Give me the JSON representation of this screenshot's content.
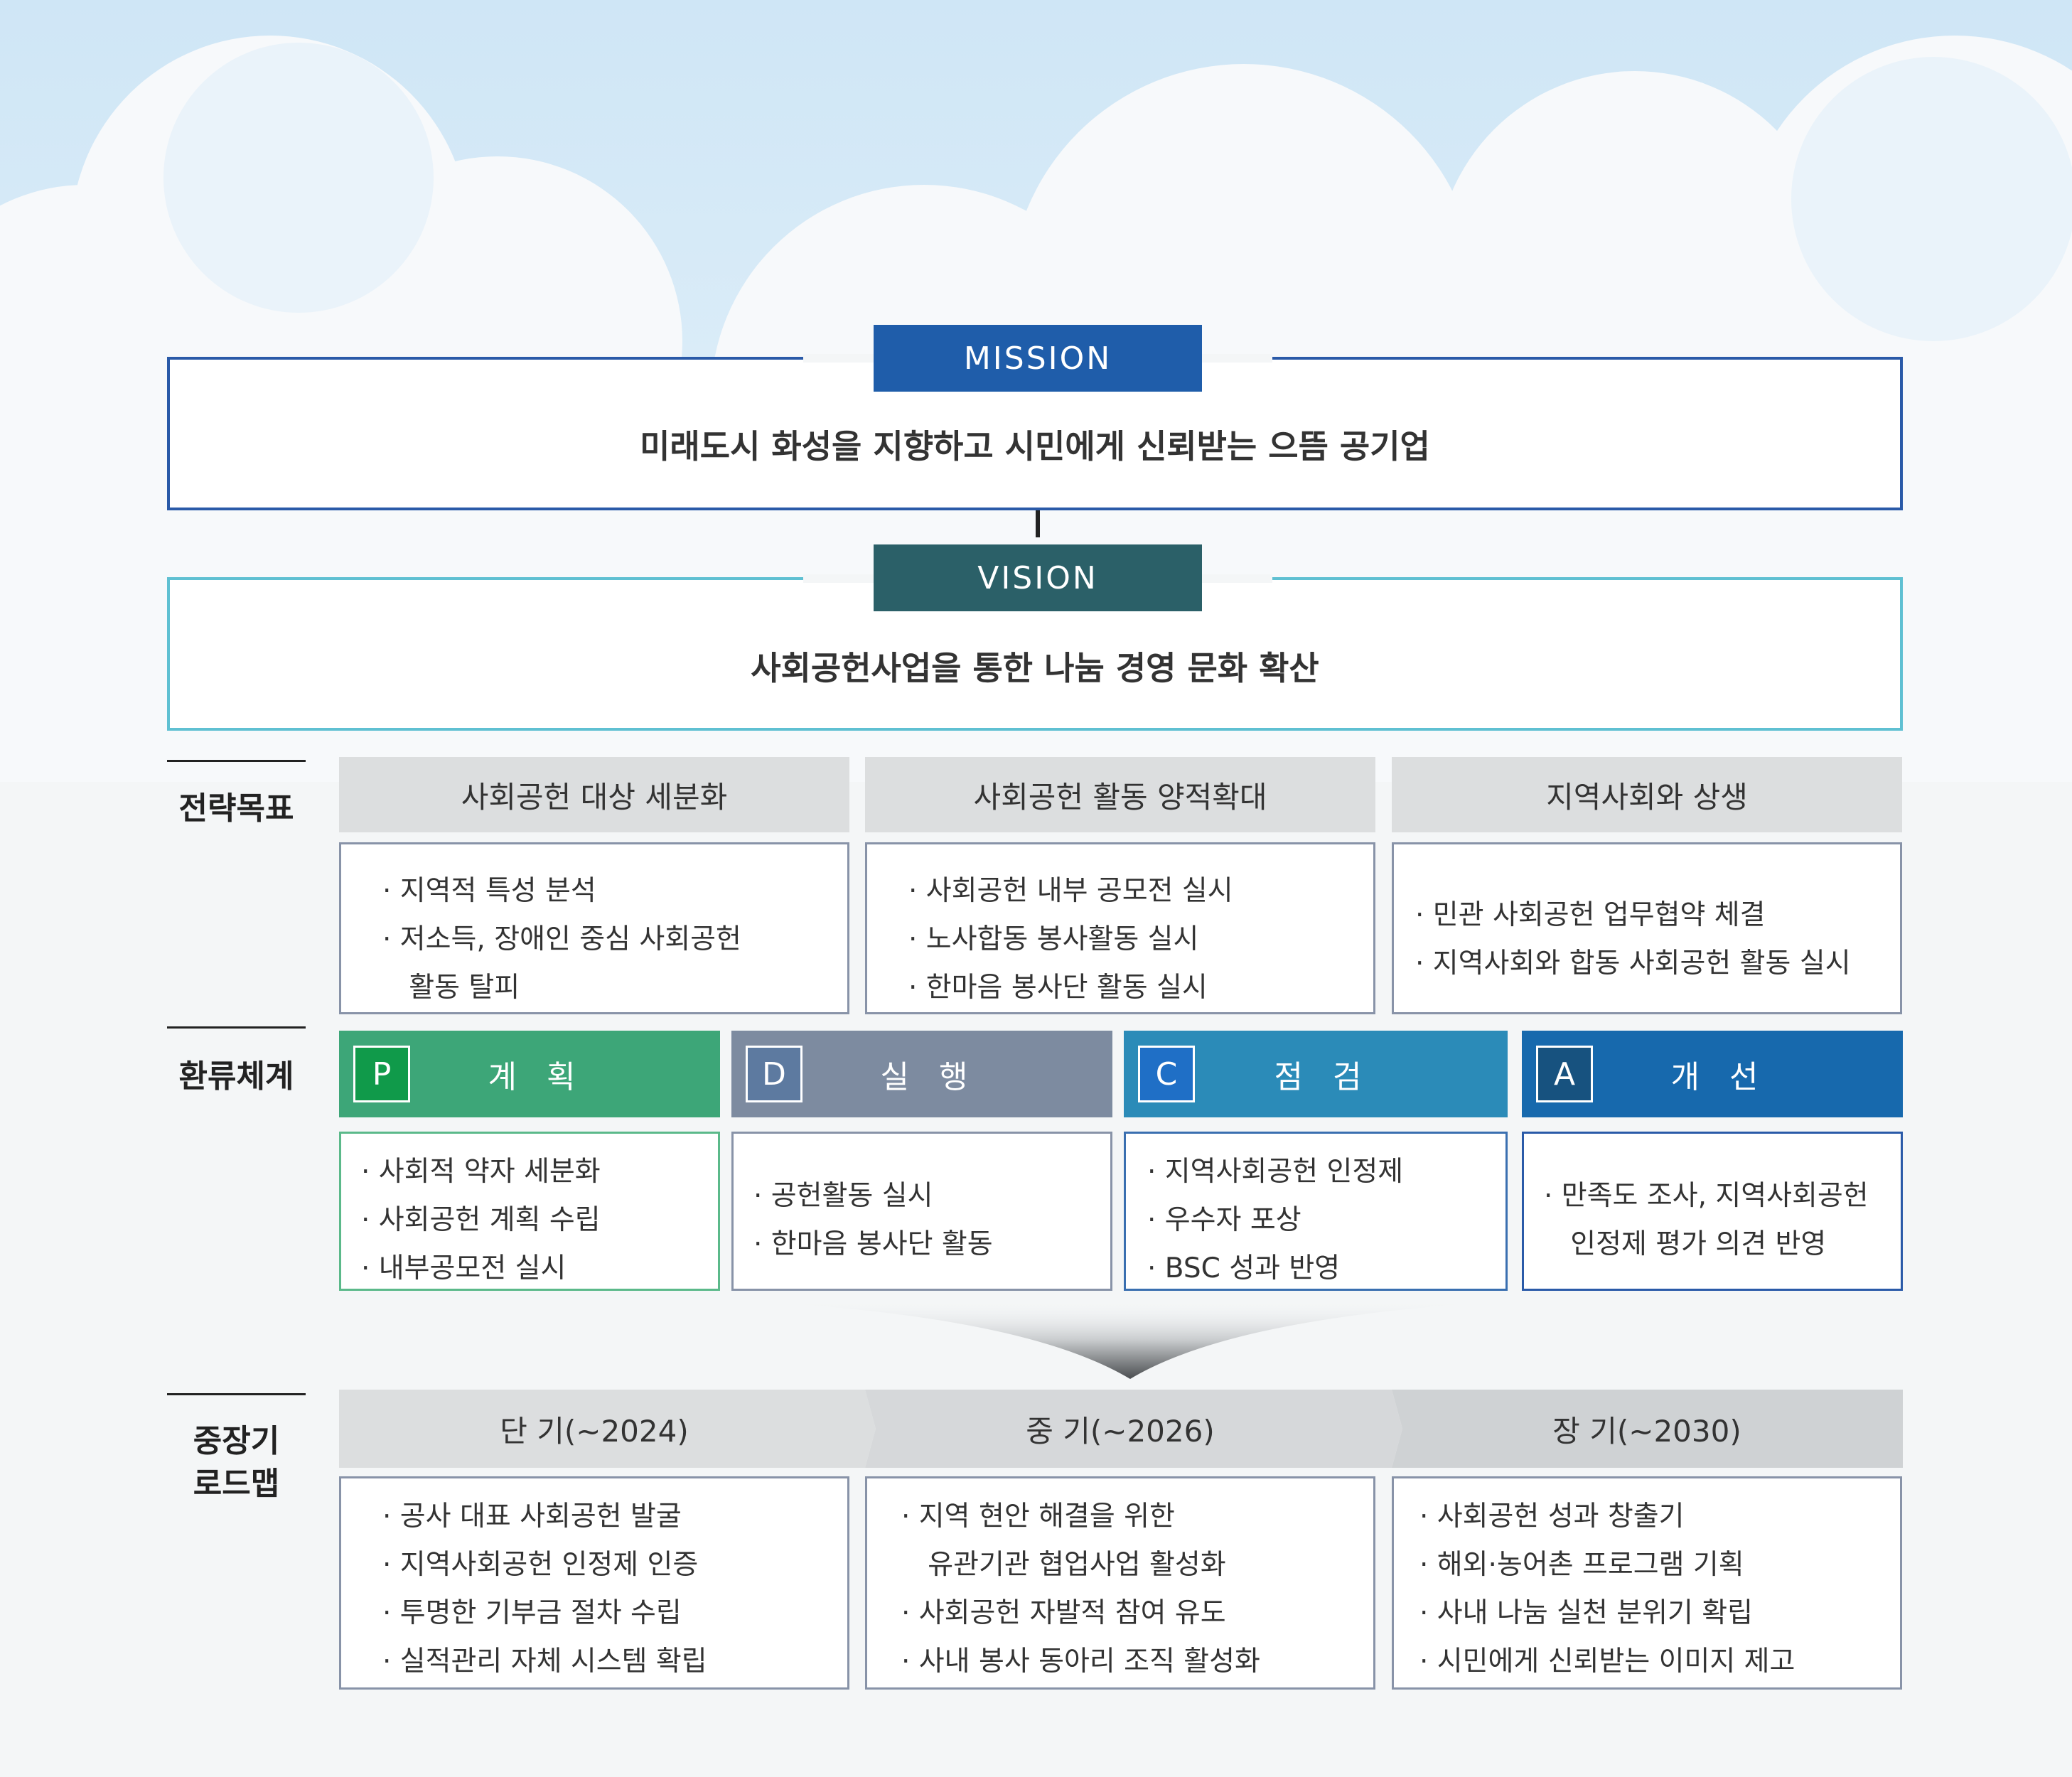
{
  "mission": {
    "label": "MISSION",
    "statement": "미래도시 화성을 지향하고 시민에게 신뢰받는 으뜸 공기업",
    "color": "#1f5daa"
  },
  "vision": {
    "label": "VISION",
    "statement": "사회공헌사업을 통한 나눔 경영 문화 확산",
    "color": "#2b6068"
  },
  "sections": {
    "goals": "전략목표",
    "cycle": "환류체계",
    "roadmap_line1": "중장기",
    "roadmap_line2": "로드맵"
  },
  "goals": [
    {
      "title": "사회공헌 대상 세분화",
      "items": [
        "· 지역적 특성 분석",
        "· 저소득, 장애인 중심 사회공헌",
        "   활동 탈피"
      ]
    },
    {
      "title": "사회공헌 활동 양적확대",
      "items": [
        "· 사회공헌 내부 공모전 실시",
        "· 노사합동 봉사활동 실시",
        "· 한마음 봉사단 활동 실시"
      ]
    },
    {
      "title": "지역사회와 상생",
      "items": [
        "· 민관 사회공헌 업무협약 체결",
        "· 지역사회와 합동 사회공헌 활동 실시"
      ]
    }
  ],
  "pdca": [
    {
      "letter": "P",
      "title": "계 획",
      "color": "#3da678",
      "letter_bg": "#109a4a",
      "border": "#5bb98a",
      "items": [
        "· 사회적 약자 세분화",
        "· 사회공헌 계획 수립",
        "· 내부공모전 실시"
      ]
    },
    {
      "letter": "D",
      "title": "실 행",
      "color": "#7d8ba0",
      "letter_bg": "#5d7aa0",
      "border": "#8893a8",
      "items": [
        "· 공헌활동 실시",
        "· 한마음 봉사단 활동"
      ]
    },
    {
      "letter": "C",
      "title": "점 검",
      "color": "#2b8bb8",
      "letter_bg": "#1f6fc6",
      "border": "#3a6fb0",
      "items": [
        "· 지역사회공헌 인정제",
        "· 우수자 포상",
        "· BSC 성과 반영"
      ]
    },
    {
      "letter": "A",
      "title": "개 선",
      "color": "#1769ad",
      "letter_bg": "#17527f",
      "border": "#2a5aa8",
      "items": [
        "· 만족도 조사, 지역사회공헌",
        "   인정제 평가 의견 반영"
      ]
    }
  ],
  "roadmap": [
    {
      "title": "단  기(~2024)",
      "items": [
        "· 공사 대표 사회공헌 발굴",
        "· 지역사회공헌 인정제 인증",
        "· 투명한 기부금 절차 수립",
        "· 실적관리 자체 시스템 확립"
      ]
    },
    {
      "title": "중  기(~2026)",
      "items": [
        "· 지역 현안 해결을 위한",
        "   유관기관 협업사업 활성화",
        "· 사회공헌 자발적 참여 유도",
        "· 사내 봉사 동아리 조직 활성화"
      ]
    },
    {
      "title": "장  기(~2030)",
      "items": [
        "· 사회공헌 성과 창출기",
        "· 해외·농어촌 프로그램 기획",
        "· 사내 나눔 실천 분위기 확립",
        "· 시민에게 신뢰받는 이미지 제고"
      ]
    }
  ]
}
